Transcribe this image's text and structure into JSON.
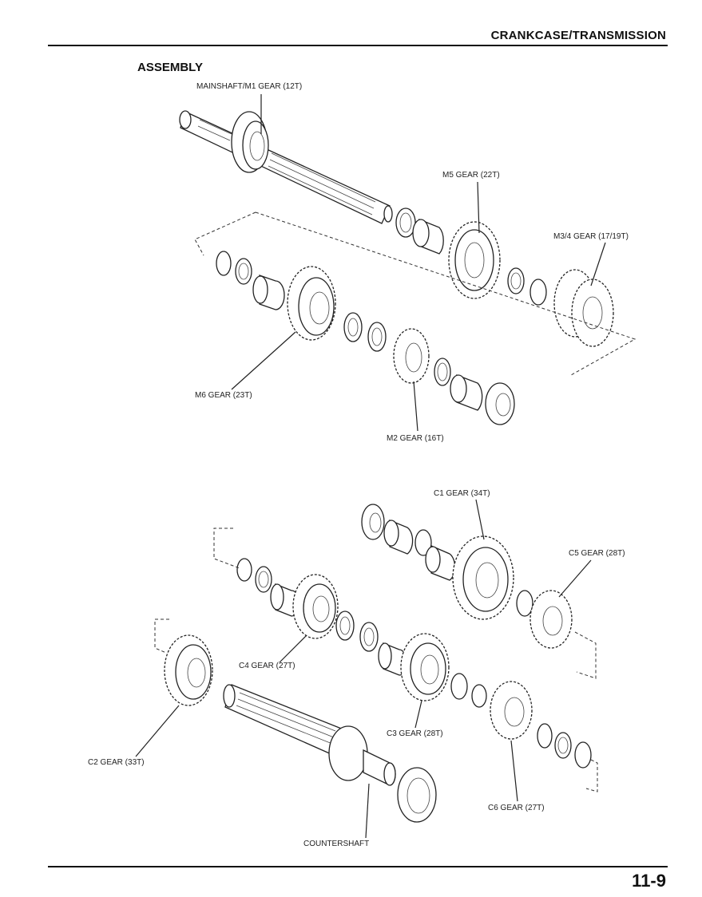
{
  "header": {
    "title": "CRANKCASE/TRANSMISSION"
  },
  "section": {
    "title": "ASSEMBLY"
  },
  "footer": {
    "page_number": "11-9"
  },
  "labels": {
    "mainshaft": "MAINSHAFT/M1 GEAR (12T)",
    "m5": "M5 GEAR (22T)",
    "m34": "M3/4 GEAR (17/19T)",
    "m6": "M6 GEAR (23T)",
    "m2": "M2 GEAR (16T)",
    "c1": "C1 GEAR (34T)",
    "c5": "C5 GEAR (28T)",
    "c4": "C4 GEAR (27T)",
    "c2": "C2 GEAR (33T)",
    "c3": "C3 GEAR (28T)",
    "c6": "C6 GEAR (27T)",
    "countershaft": "COUNTERSHAFT"
  }
}
